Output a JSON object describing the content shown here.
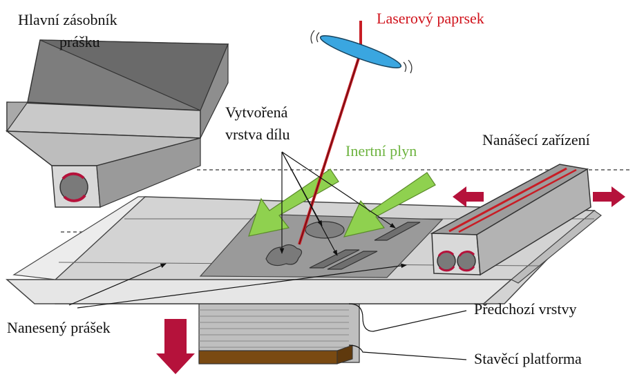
{
  "labels": {
    "hopper": [
      "Hlavní zásobník",
      "prášku"
    ],
    "laser": "Laserový paprsek",
    "part_layer": [
      "Vytvořená",
      "vrstva dílu"
    ],
    "inert_gas": "Inertní plyn",
    "recoater": "Nanášecí zařízení",
    "powder": "Nanesený prášek",
    "previous_layers": "Předchozí vrstvy",
    "platform": "Stavěcí platforma"
  },
  "colors": {
    "laser": "#c81d25",
    "gas_arrow": "#8fd14f",
    "motion_arrow": "#b5123b",
    "mirror": "#3aa6e0",
    "platform": "#7a4a12",
    "text_red": "#d0121b",
    "text_green": "#6db33f"
  }
}
